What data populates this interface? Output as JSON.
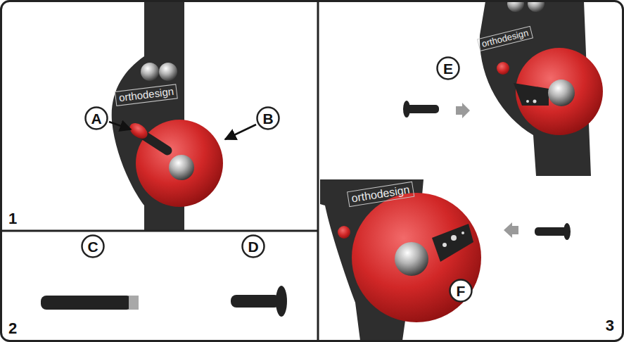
{
  "diagram": {
    "nodes": [
      {
        "text": [
          "1"
        ]
      },
      {
        "text": [
          "orthodesign"
        ],
        "in": 0
      },
      {
        "text": [
          "A"
        ],
        "in": 0
      },
      {
        "text": [
          "B"
        ],
        "in": 0
      },
      {
        "text": [
          "2"
        ]
      },
      {
        "text": [
          "C"
        ],
        "in": 4
      },
      {
        "text": [
          "D"
        ],
        "in": 4
      },
      {
        "text": [
          "3"
        ]
      },
      {
        "text": [
          "orthodesign"
        ],
        "in": 7
      },
      {
        "text": [
          "E"
        ],
        "in": 7
      },
      {
        "text": [
          "orthodesign"
        ],
        "in": 7
      },
      {
        "text": [
          "F"
        ],
        "in": 7
      }
    ]
  }
}
